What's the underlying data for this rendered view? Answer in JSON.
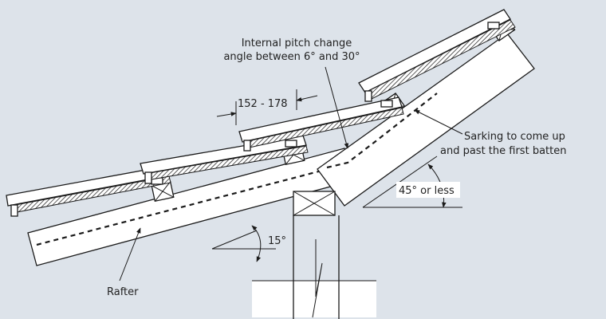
{
  "labels": {
    "pitch_line1": "Internal pitch change",
    "pitch_line2": "angle between 6° and 30°",
    "gauge": "152 - 178",
    "sarking_line1": "Sarking to come up",
    "sarking_line2": "and past the first batten",
    "upper_angle": "45° or less",
    "lower_angle": "15°",
    "rafter": "Rafter"
  },
  "colors": {
    "background": "#dde3ea",
    "line": "#1a1a1a",
    "fill": "#ffffff"
  }
}
